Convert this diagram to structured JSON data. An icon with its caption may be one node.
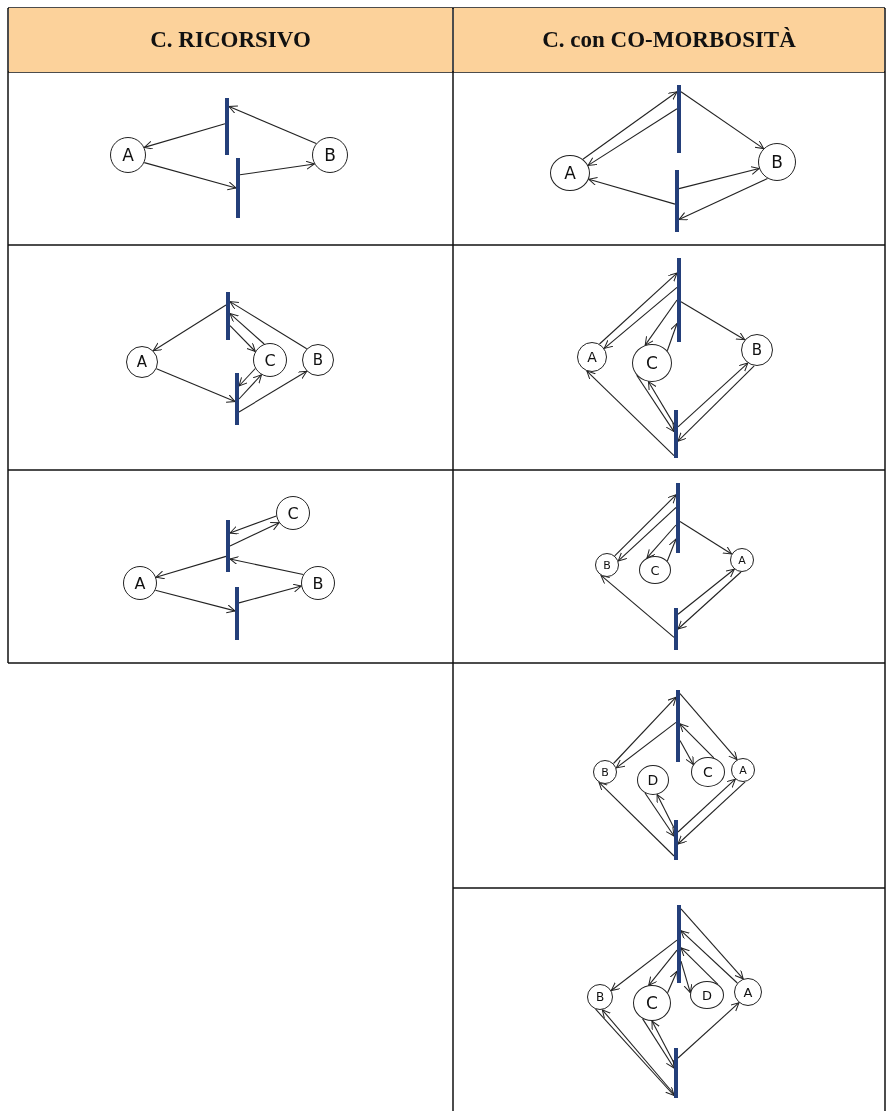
{
  "diagram": {
    "nodes": [
      {
        "text": [],
        "shape": "bar"
      },
      {
        "text": [
          "A"
        ]
      },
      {
        "text": [
          "B"
        ]
      },
      {
        "text": [],
        "shape": "bar"
      },
      {
        "text": [],
        "shape": "bar"
      },
      {
        "text": [
          "A"
        ]
      },
      {
        "text": [
          "C"
        ]
      },
      {
        "text": [
          "B"
        ]
      },
      {
        "text": [],
        "shape": "bar"
      },
      {
        "text": [
          "C"
        ]
      },
      {
        "text": [],
        "shape": "bar"
      },
      {
        "text": [
          "A"
        ]
      },
      {
        "text": [
          "B"
        ]
      },
      {
        "text": [],
        "shape": "bar"
      },
      {
        "text": [],
        "shape": "bar"
      },
      {
        "text": [
          "A"
        ]
      },
      {
        "text": [
          "B"
        ]
      },
      {
        "text": [],
        "shape": "bar"
      },
      {
        "text": [],
        "shape": "bar"
      },
      {
        "text": [
          "A"
        ]
      },
      {
        "text": [
          "C"
        ]
      },
      {
        "text": [
          "B"
        ]
      },
      {
        "text": [],
        "shape": "bar"
      },
      {
        "text": [],
        "shape": "bar"
      },
      {
        "text": [
          "B"
        ]
      },
      {
        "text": [
          "C"
        ]
      },
      {
        "text": [
          "A"
        ]
      },
      {
        "text": [],
        "shape": "bar"
      },
      {
        "text": [],
        "shape": "bar"
      },
      {
        "text": [
          "B"
        ]
      },
      {
        "text": [
          "D"
        ]
      },
      {
        "text": [
          "C"
        ]
      },
      {
        "text": [
          "A"
        ]
      },
      {
        "text": [],
        "shape": "bar"
      },
      {
        "text": [],
        "shape": "bar"
      },
      {
        "text": [
          "B"
        ]
      },
      {
        "text": [
          "C"
        ]
      },
      {
        "text": [
          "D"
        ]
      },
      {
        "text": [
          "A"
        ]
      },
      {
        "text": [],
        "shape": "bar"
      }
    ],
    "edges": [
      {
        "from": 0,
        "to": 1,
        "arrow": "to"
      },
      {
        "from": 2,
        "to": 0,
        "arrow": "to"
      },
      {
        "from": 1,
        "to": 3,
        "arrow": "to"
      },
      {
        "from": 3,
        "to": 2,
        "arrow": "to"
      },
      {
        "from": 4,
        "to": 5,
        "arrow": "to"
      },
      {
        "from": 7,
        "to": 4,
        "arrow": "to"
      },
      {
        "from": 6,
        "to": 4,
        "arrow": "to"
      },
      {
        "from": 4,
        "to": 6,
        "arrow": "to"
      },
      {
        "from": 5,
        "to": 8,
        "arrow": "to"
      },
      {
        "from": 8,
        "to": 6,
        "arrow": "to"
      },
      {
        "from": 6,
        "to": 8,
        "arrow": "to"
      },
      {
        "from": 8,
        "to": 7,
        "arrow": "to"
      },
      {
        "from": 9,
        "to": 10,
        "arrow": "to"
      },
      {
        "from": 10,
        "to": 9,
        "arrow": "to"
      },
      {
        "from": 10,
        "to": 11,
        "arrow": "to"
      },
      {
        "from": 12,
        "to": 10,
        "arrow": "to"
      },
      {
        "from": 11,
        "to": 13,
        "arrow": "to"
      },
      {
        "from": 13,
        "to": 12,
        "arrow": "to"
      },
      {
        "from": 15,
        "to": 14,
        "arrow": "to"
      },
      {
        "from": 14,
        "to": 15,
        "arrow": "to"
      },
      {
        "from": 14,
        "to": 16,
        "arrow": "to"
      },
      {
        "from": 17,
        "to": 15,
        "arrow": "to"
      },
      {
        "from": 17,
        "to": 16,
        "arrow": "to"
      },
      {
        "from": 16,
        "to": 17,
        "arrow": "to"
      },
      {
        "from": 19,
        "to": 18,
        "arrow": "to"
      },
      {
        "from": 18,
        "to": 19,
        "arrow": "to"
      },
      {
        "from": 18,
        "to": 20,
        "arrow": "to"
      },
      {
        "from": 20,
        "to": 18,
        "arrow": "to"
      },
      {
        "from": 18,
        "to": 21,
        "arrow": "to"
      },
      {
        "from": 22,
        "to": 19,
        "arrow": "to"
      },
      {
        "from": 20,
        "to": 22,
        "arrow": "to"
      },
      {
        "from": 22,
        "to": 20,
        "arrow": "to"
      },
      {
        "from": 22,
        "to": 21,
        "arrow": "to"
      },
      {
        "from": 21,
        "to": 22,
        "arrow": "to"
      },
      {
        "from": 24,
        "to": 23,
        "arrow": "to"
      },
      {
        "from": 23,
        "to": 24,
        "arrow": "to"
      },
      {
        "from": 23,
        "to": 25,
        "arrow": "to"
      },
      {
        "from": 25,
        "to": 23,
        "arrow": "to"
      },
      {
        "from": 23,
        "to": 26,
        "arrow": "to"
      },
      {
        "from": 27,
        "to": 24,
        "arrow": "to"
      },
      {
        "from": 27,
        "to": 26,
        "arrow": "to"
      },
      {
        "from": 26,
        "to": 27,
        "arrow": "to"
      },
      {
        "from": 29,
        "to": 28,
        "arrow": "to"
      },
      {
        "from": 28,
        "to": 29,
        "arrow": "to"
      },
      {
        "from": 28,
        "to": 31,
        "arrow": "to"
      },
      {
        "from": 31,
        "to": 28,
        "arrow": "to"
      },
      {
        "from": 28,
        "to": 32,
        "arrow": "to"
      },
      {
        "from": 33,
        "to": 29,
        "arrow": "to"
      },
      {
        "from": 30,
        "to": 33,
        "arrow": "to"
      },
      {
        "from": 33,
        "to": 30,
        "arrow": "to"
      },
      {
        "from": 33,
        "to": 32,
        "arrow": "to"
      },
      {
        "from": 32,
        "to": 33,
        "arrow": "to"
      },
      {
        "from": 34,
        "to": 38,
        "arrow": "to"
      },
      {
        "from": 38,
        "to": 34,
        "arrow": "to"
      },
      {
        "from": 34,
        "to": 35,
        "arrow": "to"
      },
      {
        "from": 34,
        "to": 36,
        "arrow": "to"
      },
      {
        "from": 36,
        "to": 34,
        "arrow": "to"
      },
      {
        "from": 34,
        "to": 37,
        "arrow": "to"
      },
      {
        "from": 37,
        "to": 34,
        "arrow": "to"
      },
      {
        "from": 39,
        "to": 35,
        "arrow": "to"
      },
      {
        "from": 35,
        "to": 39,
        "arrow": "to"
      },
      {
        "from": 36,
        "to": 39,
        "arrow": "to"
      },
      {
        "from": 39,
        "to": 36,
        "arrow": "to"
      },
      {
        "from": 39,
        "to": 38,
        "arrow": "to"
      }
    ],
    "labels": [
      "C. RICORSIVO",
      "C. con CO-MORBOSITÀ"
    ]
  }
}
